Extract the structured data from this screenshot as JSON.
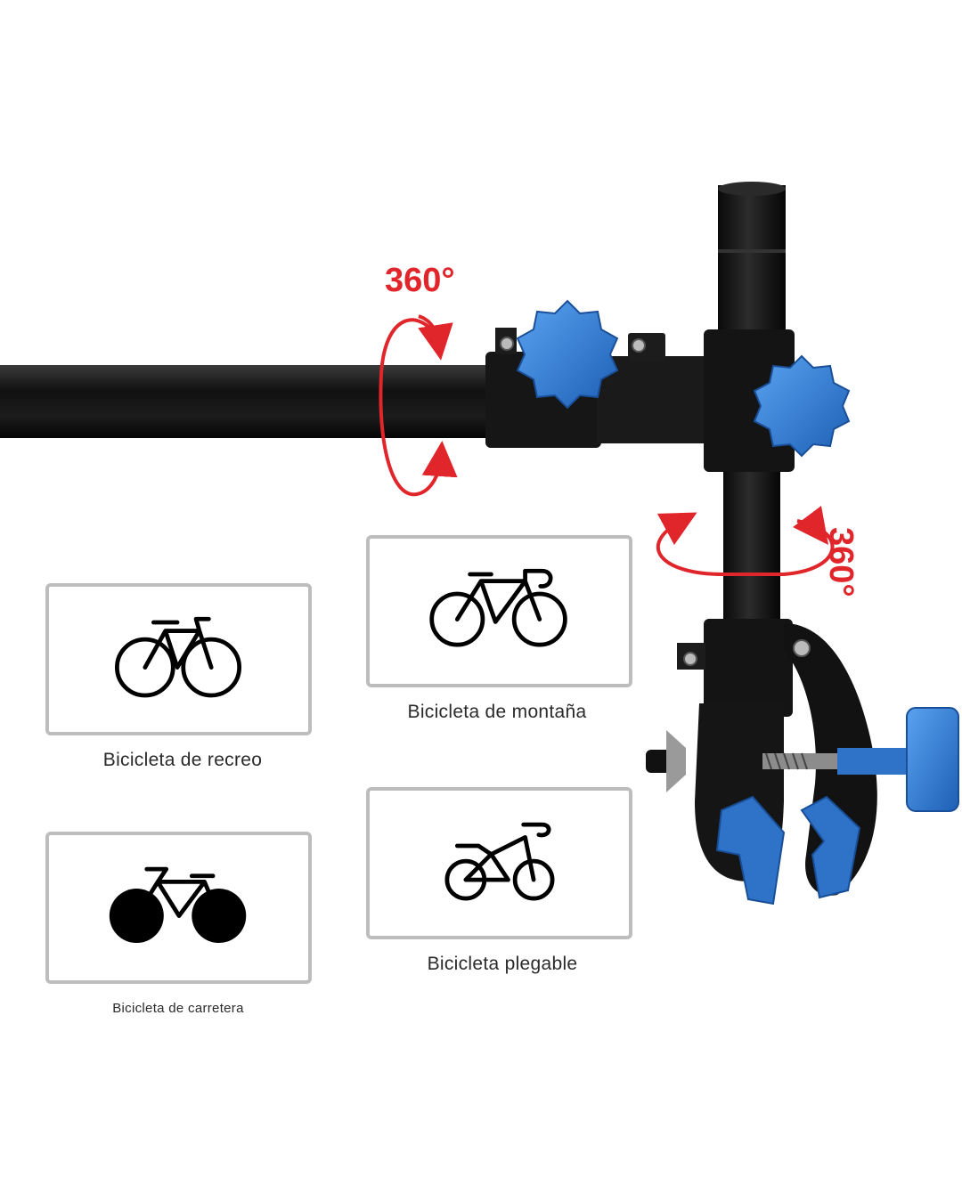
{
  "colors": {
    "accent_blue": "#2f73c9",
    "rotation_red": "#e0262b",
    "tube_black": "#161616",
    "card_border": "#bdbdbd"
  },
  "rotation": {
    "horizontal_label": "360°",
    "vertical_label": "360°"
  },
  "bike_types": [
    {
      "label": "Bicicleta de recreo",
      "icon": "city-bike-icon"
    },
    {
      "label": "Bicicleta de montaña",
      "icon": "road-bike-icon"
    },
    {
      "label": "Bicicleta de carretera",
      "icon": "cruiser-bike-icon"
    },
    {
      "label": "Bicicleta plegable",
      "icon": "folding-bike-icon"
    }
  ]
}
